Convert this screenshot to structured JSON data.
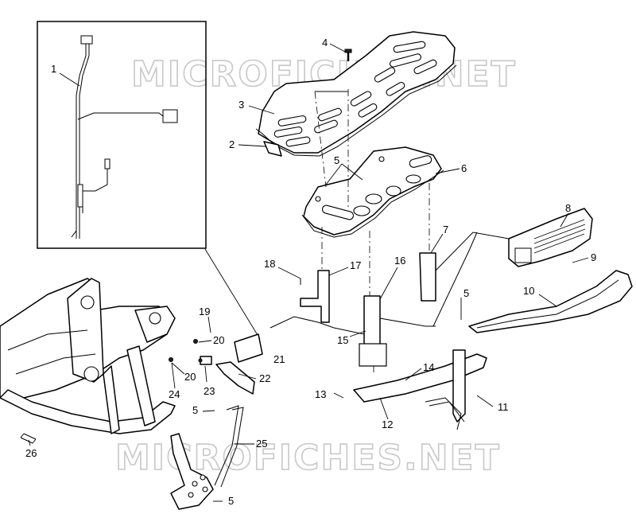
{
  "watermarks": [
    "MICROFICHES.NET",
    "MICROFICHES.NET"
  ],
  "callouts": [
    "1",
    "2",
    "3",
    "4",
    "5",
    "5",
    "5",
    "5",
    "6",
    "7",
    "8",
    "9",
    "10",
    "11",
    "12",
    "13",
    "14",
    "15",
    "16",
    "17",
    "18",
    "19",
    "20",
    "20",
    "21",
    "22",
    "23",
    "24",
    "25",
    "26"
  ]
}
